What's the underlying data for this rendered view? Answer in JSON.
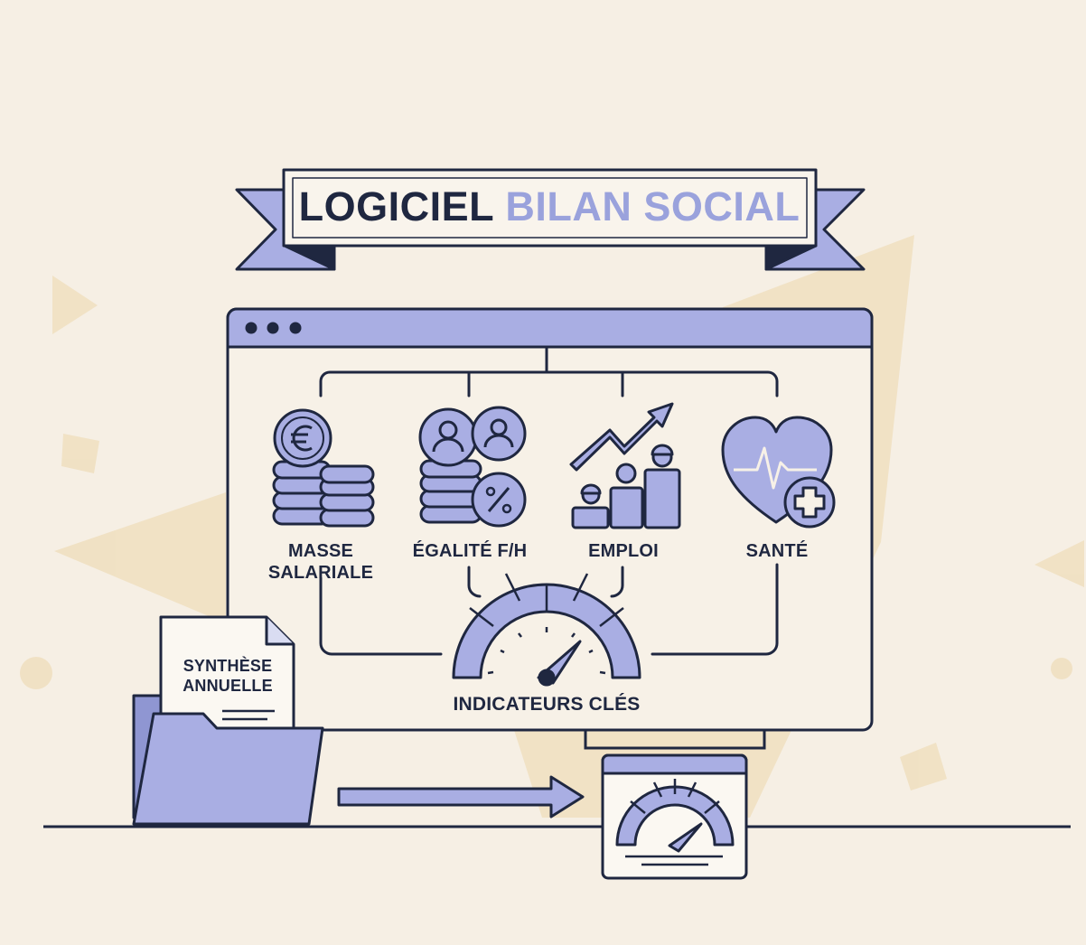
{
  "banner": {
    "title_part1": "LOGICIEL",
    "title_part2": "BILAN SOCIAL"
  },
  "modules": [
    {
      "label_line1": "MASSE",
      "label_line2": "SALARIALE",
      "icon": "euro-coins-icon"
    },
    {
      "label_line1": "ÉGALITÉ F/H",
      "label_line2": "",
      "icon": "gender-equality-icon"
    },
    {
      "label_line1": "EMPLOI",
      "label_line2": "",
      "icon": "employment-growth-icon"
    },
    {
      "label_line1": "SANTÉ",
      "label_line2": "",
      "icon": "health-heart-icon"
    }
  ],
  "dashboard": {
    "label": "INDICATEURS CLÉS",
    "icon": "gauge-icon"
  },
  "document": {
    "label_line1": "SYNTHÈSE",
    "label_line2": "ANNUELLE",
    "icon": "folder-icon"
  },
  "colors": {
    "background": "#f6efe4",
    "accent": "#a9aee3",
    "accent_dark": "#7f86c4",
    "ink": "#1f2740",
    "decor": "#f0dfbf"
  }
}
